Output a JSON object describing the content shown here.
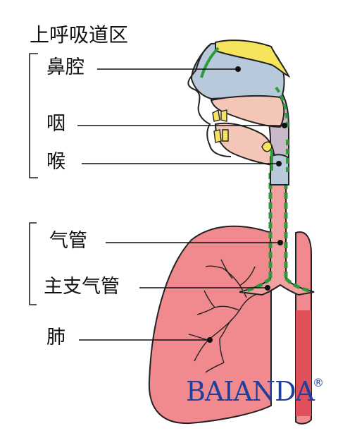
{
  "title": "上呼吸道区",
  "labels": {
    "nasal_cavity": "鼻腔",
    "pharynx": "咽",
    "larynx": "喉",
    "trachea": "气管",
    "main_bronchus": "主支气管",
    "lung": "肺"
  },
  "brand": {
    "name": "BAIANDA",
    "mark": "®"
  },
  "colors": {
    "lung": "#f08a8f",
    "lung_dark": "#e0505a",
    "airway": "#b9c9dc",
    "tissue": "#f3c6b8",
    "bone": "#f5e45c",
    "mucosa": "#2f9a3a",
    "brand": "#1f3f9a"
  }
}
